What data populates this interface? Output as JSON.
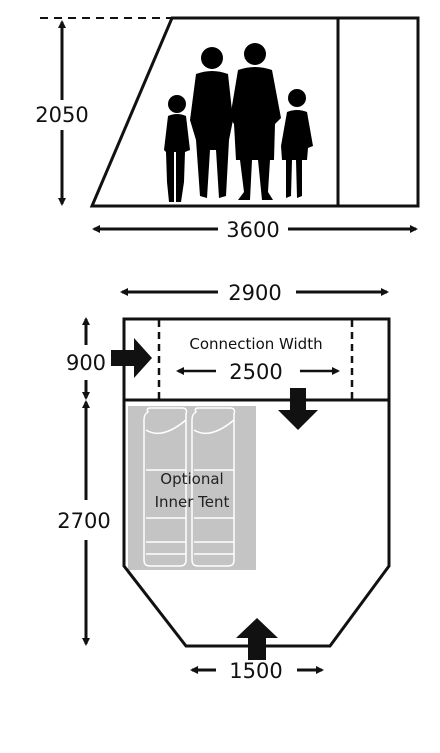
{
  "side_view": {
    "height_label": "2050",
    "length_label": "3600"
  },
  "floor_plan": {
    "total_width_label": "2900",
    "connection_label": "Connection Width",
    "connection_width_label": "2500",
    "front_depth_label": "900",
    "main_depth_label": "2700",
    "rear_width_label": "1500",
    "inner_tent_line1": "Optional",
    "inner_tent_line2": "Inner Tent"
  },
  "colors": {
    "line": "#111111",
    "inner_tent_fill": "#c4c4c4",
    "sleeping_bag_stroke": "#ffffff"
  }
}
